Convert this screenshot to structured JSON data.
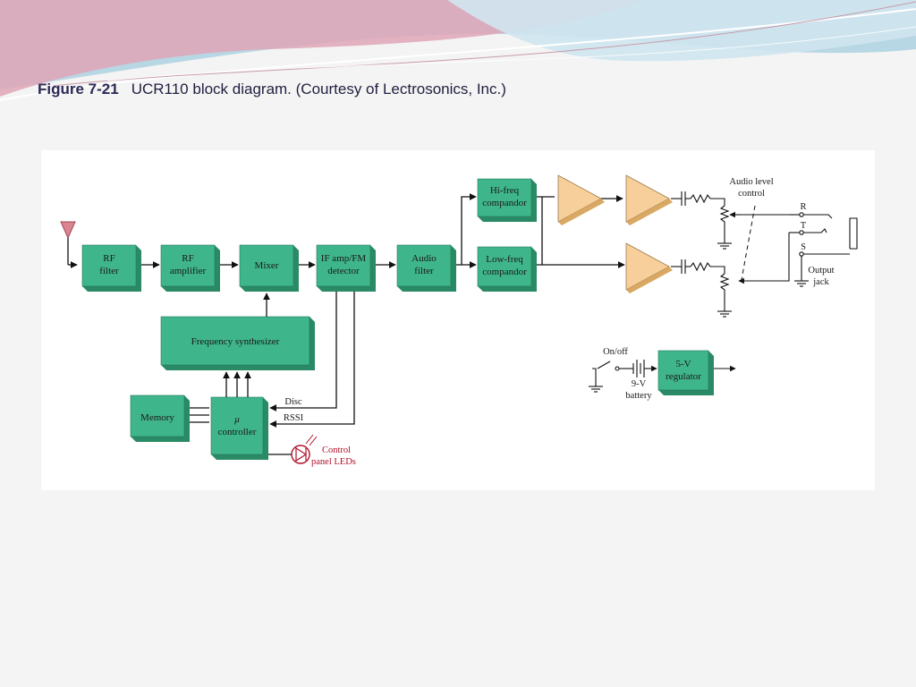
{
  "caption": {
    "figure_number": "Figure 7-21",
    "text": "UCR110 block diagram. (Courtesy of Lectrosonics, Inc.)"
  },
  "blocks": {
    "rf_filter": [
      "RF",
      "filter"
    ],
    "rf_amplifier": [
      "RF",
      "amplifier"
    ],
    "mixer": [
      "Mixer"
    ],
    "if_amp_fm_detector": [
      "IF amp/FM",
      "detector"
    ],
    "audio_filter": [
      "Audio",
      "filter"
    ],
    "hi_freq_compandor": [
      "Hi-freq",
      "compandor"
    ],
    "low_freq_compandor": [
      "Low-freq",
      "compandor"
    ],
    "frequency_synthesizer": [
      "Frequency synthesizer"
    ],
    "memory": [
      "Memory"
    ],
    "controller": [
      "μ",
      "controller"
    ],
    "regulator": [
      "5-V",
      "regulator"
    ]
  },
  "labels": {
    "audio_level_control": [
      "Audio level",
      "control"
    ],
    "jack_r": "R",
    "jack_t": "T",
    "jack_s": "S",
    "output_jack": [
      "Output",
      "jack"
    ],
    "disc": "Disc",
    "rssi": "RSSI",
    "control_panel_leds": [
      "Control",
      "panel LEDs"
    ],
    "on_off": "On/off",
    "battery": [
      "9-V",
      "battery"
    ]
  },
  "colors": {
    "block_fill": "#3fb58b",
    "block_side": "#2b8a66",
    "block_top": "#6fd0a8",
    "amp_fill": "#f7cf9a",
    "accent_red": "#b0102a",
    "caption": "#1f1f40"
  }
}
